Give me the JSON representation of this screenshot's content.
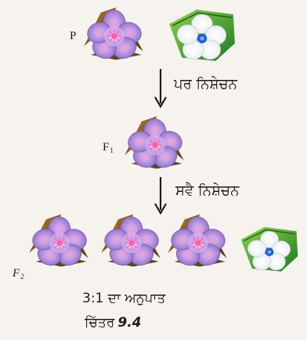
{
  "labels": {
    "parents": "P",
    "f1_main": "F",
    "f1_sub": "1",
    "f2_main": "F",
    "f2_sub": "2"
  },
  "steps": {
    "cross_pollination": "ਪਰ ਨਿਸ਼ੇਚਨ",
    "self_pollination": "ਸਵੈ ਨਿਸ਼ੇਚਨ"
  },
  "ratio": "3:1 ਦਾ ਅਨੁਪਾਤ",
  "caption": {
    "prefix": "ਚਿੱਤਰ",
    "number": "9.4"
  },
  "colors": {
    "violet_petal": "#a989d6",
    "violet_center": "#f08fbf",
    "white_petal": "#ffffff",
    "white_center": "#1f5fd0",
    "leaf_brown": "#8a5f22",
    "leaf_green": "#3d9b2c"
  },
  "icons": {
    "arrow": "down-arrow-icon",
    "violet_flower": "violet-flower-icon",
    "white_flower": "white-flower-icon"
  }
}
